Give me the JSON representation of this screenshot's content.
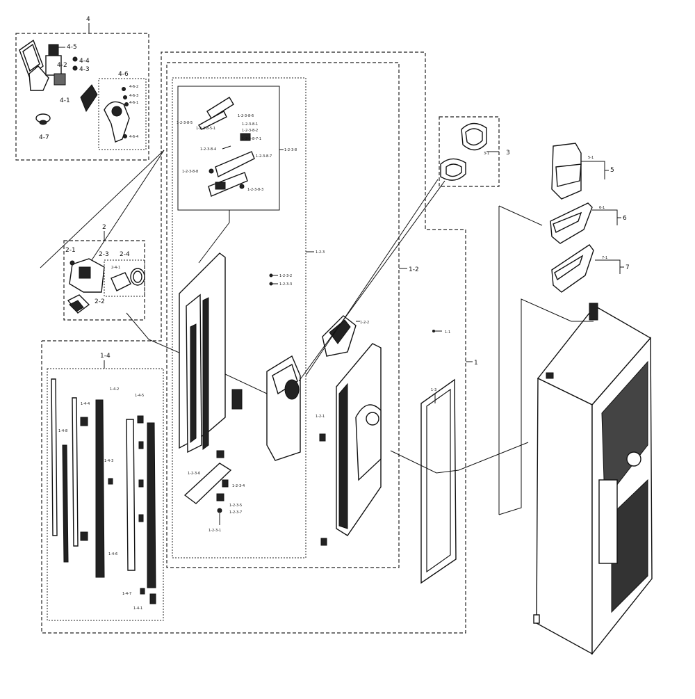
{
  "labels": {
    "g4": "4",
    "g4_5": "4-5",
    "g4_2": "4-2",
    "g4_4": "4-4",
    "g4_3": "4-3",
    "g4_1": "4-1",
    "g4_7": "4-7",
    "g4_6": "4-6",
    "g4_6_2": "4-6-2",
    "g4_6_3": "4-6-3",
    "g4_6_1": "4-6-1",
    "g4_6_4": "4-6-4",
    "g2": "2",
    "g2_1": "2-1",
    "g2_3": "2-3",
    "g2_4": "2-4",
    "g2_4_1": "2-4-1",
    "g2_2": "2-2",
    "g1_4": "1-4",
    "g1_4_2": "1-4-2",
    "g1_4_5": "1-4-5",
    "g1_4_4": "1-4-4",
    "g1_4_8": "1-4-8",
    "g1_4_3": "1-4-3",
    "g1_4_6": "1-4-6",
    "g1_4_7": "1-4-7",
    "g1_4_1": "1-4-1",
    "g1_2_3_8_6": "1-2-3-8-6",
    "g1_2_3_8_5": "1-2-3-8-5",
    "g1_2_3_8_5_1": "1-2-3-8-5-1",
    "g1_2_3_8_1": "1-2-3-8-1",
    "g1_2_3_8_2": "1-2-3-8-2",
    "g1_2_3_8_7_1": "1-2-3-8-7-1",
    "g1_2_3_8_4": "1-2-3-8-4",
    "g1_2_3_8_7": "1-2-3-8-7",
    "g1_2_3_8": "1-2-3-8",
    "g1_2_3_8_8": "1-2-3-8-8",
    "g1_2_3_8_3": "1-2-3-8-3",
    "g1_2_3": "1-2-3",
    "g1_2_3_2": "1-2-3-2",
    "g1_2_3_3": "1-2-3-3",
    "g1_2_3_6": "1-2-3-6",
    "g1_2_3_4": "1-2-3-4",
    "g1_2_3_5": "1-2-3-5",
    "g1_2_3_7": "1-2-3-7",
    "g1_2_3_1": "1-2-3-1",
    "g1_2": "1-2",
    "g1_2_2": "1-2-2",
    "g1_2_1": "1-2-1",
    "g1_1": "1-1",
    "g1": "1",
    "g1_3": "1-3",
    "g3": "3",
    "g3_1": "3-1",
    "g5": "5",
    "g5_1": "5-1",
    "g6": "6",
    "g6_1": "6-1",
    "g7": "7",
    "g7_1": "7-1"
  }
}
